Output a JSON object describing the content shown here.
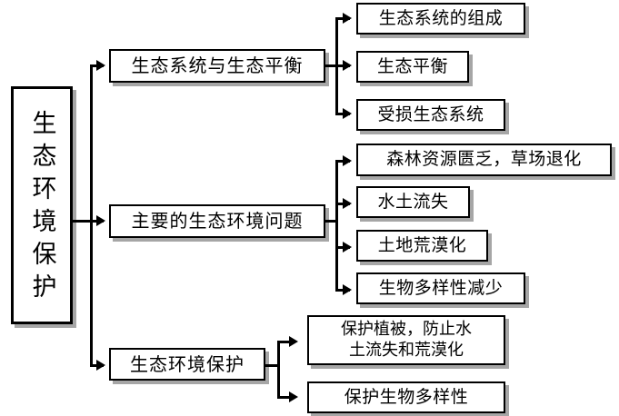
{
  "diagram": {
    "title": "生态环境保护",
    "type": "tree",
    "orientation": "left-to-right",
    "colors": {
      "box_border": "#000000",
      "box_fill": "#ffffff",
      "box_shadow": "#a6a6a6",
      "connector": "#000000",
      "text": "#000000",
      "background": "#ffffff"
    },
    "root": {
      "label": "生态环境保护",
      "text_direction": "vertical"
    },
    "branches": [
      {
        "label": "生态系统与生态平衡",
        "children": [
          {
            "label": "生态系统的组成"
          },
          {
            "label": "生态平衡"
          },
          {
            "label": "受损生态系统"
          }
        ]
      },
      {
        "label": "主要的生态环境问题",
        "children": [
          {
            "label": "森林资源匮乏，草场退化"
          },
          {
            "label": "水土流失"
          },
          {
            "label": "土地荒漠化"
          },
          {
            "label": "生物多样性减少"
          }
        ]
      },
      {
        "label": "生态环境保护",
        "children": [
          {
            "label": "保护植被，防止水\n土流失和荒漠化"
          },
          {
            "label": "保护生物多样性"
          }
        ]
      }
    ]
  }
}
